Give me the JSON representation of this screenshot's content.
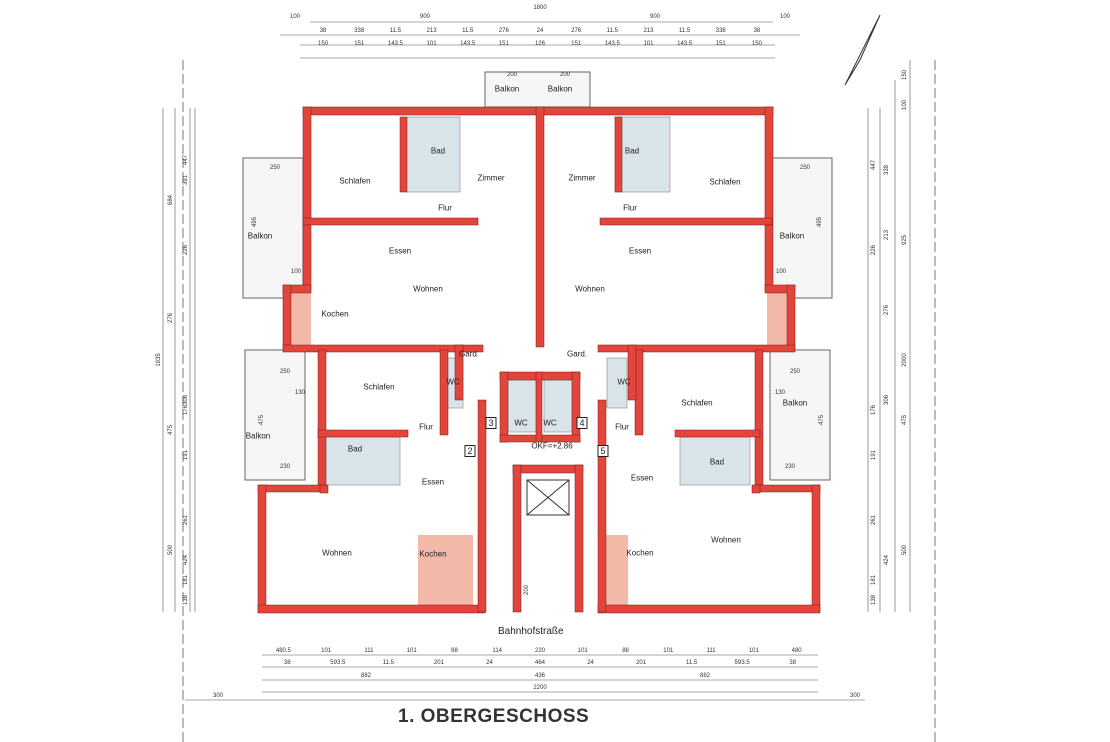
{
  "title": "1. OBERGESCHOSS",
  "street": "Bahnhofstraße",
  "level_marker": "OKF=+2.86",
  "colors": {
    "wall": "#e2453c",
    "wall_outline": "#7a1a14",
    "kitchen_fill": "#f2b8a8",
    "bath_fill": "#d8e4ea",
    "line": "#555555"
  },
  "rooms": [
    {
      "name": "Balkon"
    },
    {
      "name": "Balkon"
    },
    {
      "name": "Bad"
    },
    {
      "name": "Zimmer"
    },
    {
      "name": "Flur"
    },
    {
      "name": "Schlafen"
    },
    {
      "name": "Zimmer"
    },
    {
      "name": "Bad"
    },
    {
      "name": "Flur"
    },
    {
      "name": "Schlafen"
    },
    {
      "name": "Balkon"
    },
    {
      "name": "Essen"
    },
    {
      "name": "Wohnen"
    },
    {
      "name": "Kochen"
    },
    {
      "name": "Essen"
    },
    {
      "name": "Wohnen"
    },
    {
      "name": "Balkon"
    },
    {
      "name": "Gard."
    },
    {
      "name": "Gard."
    },
    {
      "name": "Schlafen"
    },
    {
      "name": "WC"
    },
    {
      "name": "WC"
    },
    {
      "name": "WC"
    },
    {
      "name": "WC"
    },
    {
      "name": "Flur"
    },
    {
      "name": "Schlafen"
    },
    {
      "name": "Flur"
    },
    {
      "name": "Balkon"
    },
    {
      "name": "Bad"
    },
    {
      "name": "Essen"
    },
    {
      "name": "Bad"
    },
    {
      "name": "Balkon"
    },
    {
      "name": "Essen"
    },
    {
      "name": "Wohnen"
    },
    {
      "name": "Kochen"
    },
    {
      "name": "Kochen"
    },
    {
      "name": "Wohnen"
    }
  ],
  "unit_numbers": [
    "2",
    "3",
    "4",
    "5"
  ],
  "dimensions": {
    "top_total": "1800",
    "top_row1": [
      "100",
      "900",
      "900",
      "100"
    ],
    "top_row2": [
      "38",
      "338",
      "11.5",
      "213",
      "11.5",
      "276",
      "24",
      "276",
      "11.5",
      "213",
      "11.5",
      "338",
      "38"
    ],
    "top_row3": [
      "150",
      "151",
      "143.5",
      "101",
      "143.5",
      "151",
      "126",
      "151",
      "143.5",
      "101",
      "143.5",
      "151",
      "150"
    ],
    "balcony_top": [
      "200",
      "200"
    ],
    "bottom_row1": [
      "480.5",
      "101",
      "111",
      "101",
      "88",
      "114",
      "220",
      "101",
      "88",
      "101",
      "111",
      "101",
      "480"
    ],
    "bottom_row2": [
      "38",
      "593.5",
      "11.5",
      "201",
      "24",
      "464",
      "24",
      "201",
      "11.5",
      "593.5",
      "38"
    ],
    "bottom_row3": [
      "882",
      "436",
      "882"
    ],
    "bottom_total": "2200",
    "bottom_outer": [
      "300",
      "300"
    ],
    "left": [
      "1935",
      "684",
      "276",
      "475",
      "500",
      "447",
      "226",
      "391",
      "308",
      "176",
      "191",
      "261",
      "424",
      "181",
      "138"
    ],
    "right": [
      "2000",
      "925",
      "475",
      "500",
      "150",
      "100",
      "447",
      "226",
      "338",
      "213",
      "276",
      "306",
      "176",
      "191",
      "261",
      "424",
      "181",
      "138"
    ],
    "balconies": [
      "250",
      "495",
      "250",
      "495",
      "250",
      "475",
      "230",
      "250",
      "475",
      "230",
      "200",
      "130",
      "130",
      "100",
      "100"
    ]
  }
}
